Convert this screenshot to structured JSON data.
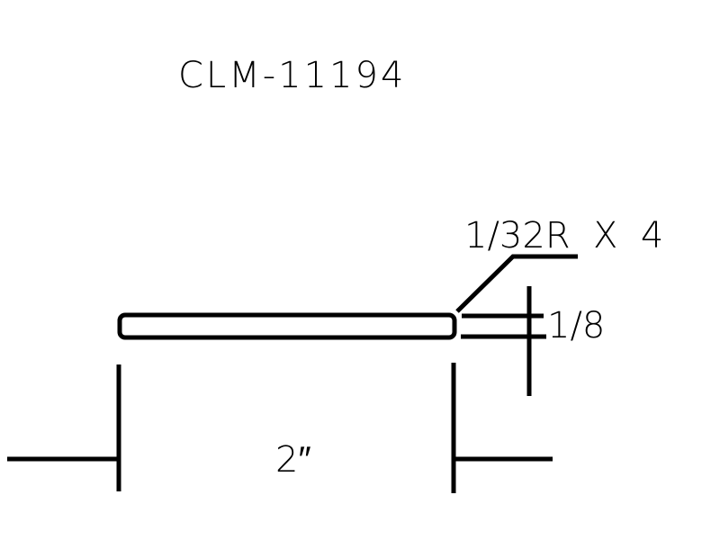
{
  "title": "CLM-11194",
  "radius_callout": "1/32R  X  4",
  "thickness_dim": "1/8",
  "width_dim": "2″",
  "colors": {
    "line": "#000000",
    "background": "#ffffff"
  }
}
